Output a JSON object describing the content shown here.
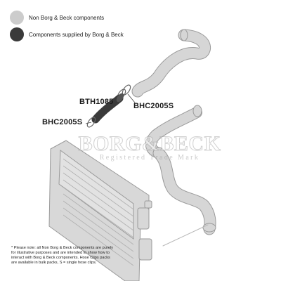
{
  "legend": {
    "items": [
      {
        "label": "Non Borg & Beck components",
        "color": "#cccccc"
      },
      {
        "label": "Components supplied by Borg & Beck",
        "color": "#3a3a3a"
      }
    ]
  },
  "parts": {
    "hose_label": "BTH1085",
    "clip_label_right": "BHC2005S",
    "clip_label_left": "BHC2005S"
  },
  "watermark": {
    "brand": "BORG&BECK",
    "subtitle": "Registered Trade Mark"
  },
  "note": {
    "text": "* Please note: all Non Borg & Beck components are purely for illustrative purposes and are intended to show how to interact with Borg & Beck components. Hose Clips packs are available in bulk packs, S = single hose clips."
  },
  "colors": {
    "grey_component": "#cccccc",
    "grey_outline": "#9a9a9a",
    "dark_component": "#3a3a3a"
  }
}
